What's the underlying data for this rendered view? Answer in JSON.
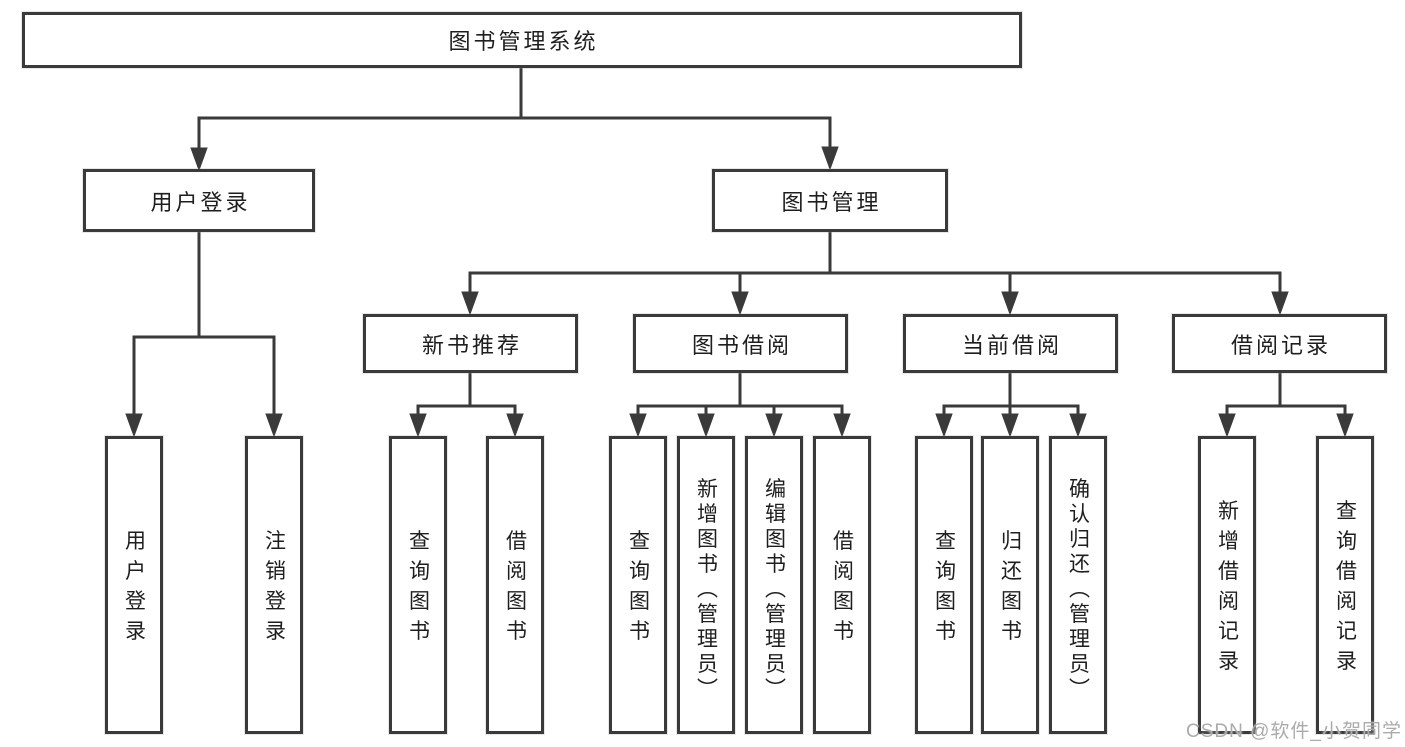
{
  "diagram": {
    "title": "图书管理系统",
    "level2": {
      "user_login": "用户登录",
      "book_management": "图书管理"
    },
    "level3": {
      "new_book_recommend": "新书推荐",
      "book_borrow": "图书借阅",
      "current_borrow": "当前借阅",
      "borrow_record": "借阅记录"
    },
    "leaves": {
      "user_login": "用户登录",
      "logout": "注销登录",
      "recommend_query_book": "查询图书",
      "recommend_borrow_book": "借阅图书",
      "borrow_query_book": "查询图书",
      "borrow_add_book": "新增图书（管理员）",
      "borrow_edit_book": "编辑图书（管理员）",
      "borrow_borrow_book": "借阅图书",
      "current_query_book": "查询图书",
      "current_return_book": "归还图书",
      "current_confirm_return": "确认归还（管理员）",
      "record_add": "新增借阅记录",
      "record_query": "查询借阅记录"
    }
  },
  "watermark": {
    "text": "CSDN @软件_小贺同学"
  },
  "colors": {
    "line": "#3a3a3a",
    "box_border": "#3a3a3a",
    "text": "#1e1e1e",
    "watermark": "#ababab",
    "background": "#ffffff"
  }
}
